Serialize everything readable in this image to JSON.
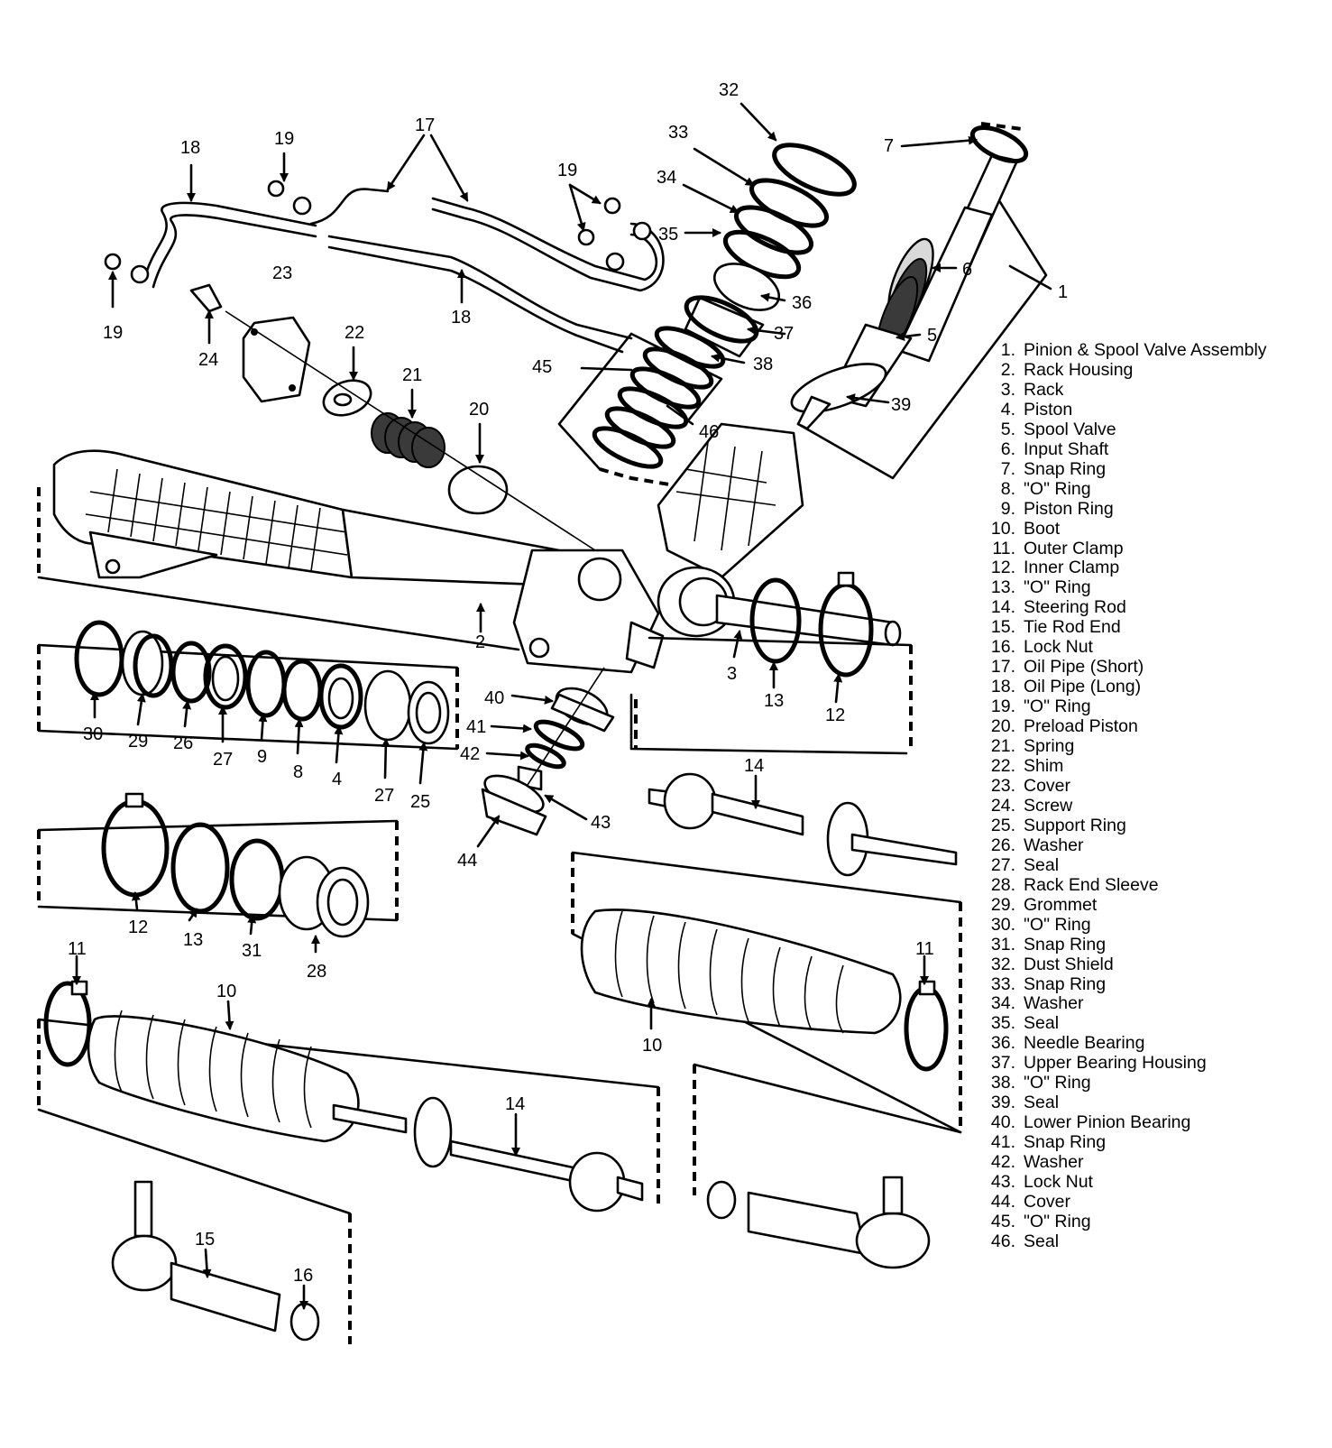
{
  "figure": {
    "legend": [
      {
        "num": "1.",
        "text": "Pinion & Spool Valve Assembly"
      },
      {
        "num": "2.",
        "text": "Rack Housing"
      },
      {
        "num": "3.",
        "text": "Rack"
      },
      {
        "num": "4.",
        "text": "Piston"
      },
      {
        "num": "5.",
        "text": "Spool Valve"
      },
      {
        "num": "6.",
        "text": "Input Shaft"
      },
      {
        "num": "7.",
        "text": "Snap Ring"
      },
      {
        "num": "8.",
        "text": "\"O\" Ring"
      },
      {
        "num": "9.",
        "text": "Piston Ring"
      },
      {
        "num": "10.",
        "text": "Boot"
      },
      {
        "num": "11.",
        "text": "Outer Clamp"
      },
      {
        "num": "12.",
        "text": "Inner Clamp"
      },
      {
        "num": "13.",
        "text": "\"O\" Ring"
      },
      {
        "num": "14.",
        "text": "Steering Rod"
      },
      {
        "num": "15.",
        "text": "Tie Rod End"
      },
      {
        "num": "16.",
        "text": "Lock Nut"
      },
      {
        "num": "17.",
        "text": "Oil Pipe (Short)"
      },
      {
        "num": "18.",
        "text": "Oil Pipe (Long)"
      },
      {
        "num": "19.",
        "text": "\"O\" Ring"
      },
      {
        "num": "20.",
        "text": "Preload Piston"
      },
      {
        "num": "21.",
        "text": "Spring"
      },
      {
        "num": "22.",
        "text": "Shim"
      },
      {
        "num": "23.",
        "text": "Cover"
      },
      {
        "num": "24.",
        "text": "Screw"
      },
      {
        "num": "25.",
        "text": "Support Ring"
      },
      {
        "num": "26.",
        "text": "Washer"
      },
      {
        "num": "27.",
        "text": "Seal"
      },
      {
        "num": "28.",
        "text": "Rack End Sleeve"
      },
      {
        "num": "29.",
        "text": "Grommet"
      },
      {
        "num": "30.",
        "text": "\"O\" Ring"
      },
      {
        "num": "31.",
        "text": "Snap Ring"
      },
      {
        "num": "32.",
        "text": "Dust Shield"
      },
      {
        "num": "33.",
        "text": "Snap Ring"
      },
      {
        "num": "34.",
        "text": "Washer"
      },
      {
        "num": "35.",
        "text": "Seal"
      },
      {
        "num": "36.",
        "text": "Needle Bearing"
      },
      {
        "num": "37.",
        "text": "Upper Bearing Housing"
      },
      {
        "num": "38.",
        "text": "\"O\" Ring"
      },
      {
        "num": "39.",
        "text": "Seal"
      },
      {
        "num": "40.",
        "text": "Lower Pinion Bearing"
      },
      {
        "num": "41.",
        "text": "Snap Ring"
      },
      {
        "num": "42.",
        "text": "Washer"
      },
      {
        "num": "43.",
        "text": "Lock Nut"
      },
      {
        "num": "44.",
        "text": "Cover"
      },
      {
        "num": "45.",
        "text": "\"O\" Ring"
      },
      {
        "num": "46.",
        "text": "Seal"
      }
    ],
    "callouts": {
      "c32": "32",
      "c33": "33",
      "c34": "34",
      "c35": "35",
      "c36": "36",
      "c37": "37",
      "c38": "38",
      "c7": "7",
      "c6": "6",
      "c1": "1",
      "c5": "5",
      "c39": "39",
      "c45": "45",
      "c46": "46",
      "c17": "17",
      "c18a": "18",
      "c18b": "18",
      "c19a": "19",
      "c19b": "19",
      "c19c": "19",
      "c23": "23",
      "c24": "24",
      "c22": "22",
      "c21": "21",
      "c20": "20",
      "c2": "2",
      "c3": "3",
      "c13a": "13",
      "c12a": "12",
      "c40": "40",
      "c41": "41",
      "c42": "42",
      "c43": "43",
      "c44": "44",
      "c30": "30",
      "c29": "29",
      "c26": "26",
      "c27a": "27",
      "c9": "9",
      "c8": "8",
      "c4": "4",
      "c27b": "27",
      "c25": "25",
      "c12b": "12",
      "c13b": "13",
      "c31": "31",
      "c28": "28",
      "c14a": "14",
      "c14b": "14",
      "c11a": "11",
      "c11b": "11",
      "c10a": "10",
      "c10b": "10",
      "c15": "15",
      "c16": "16"
    }
  }
}
